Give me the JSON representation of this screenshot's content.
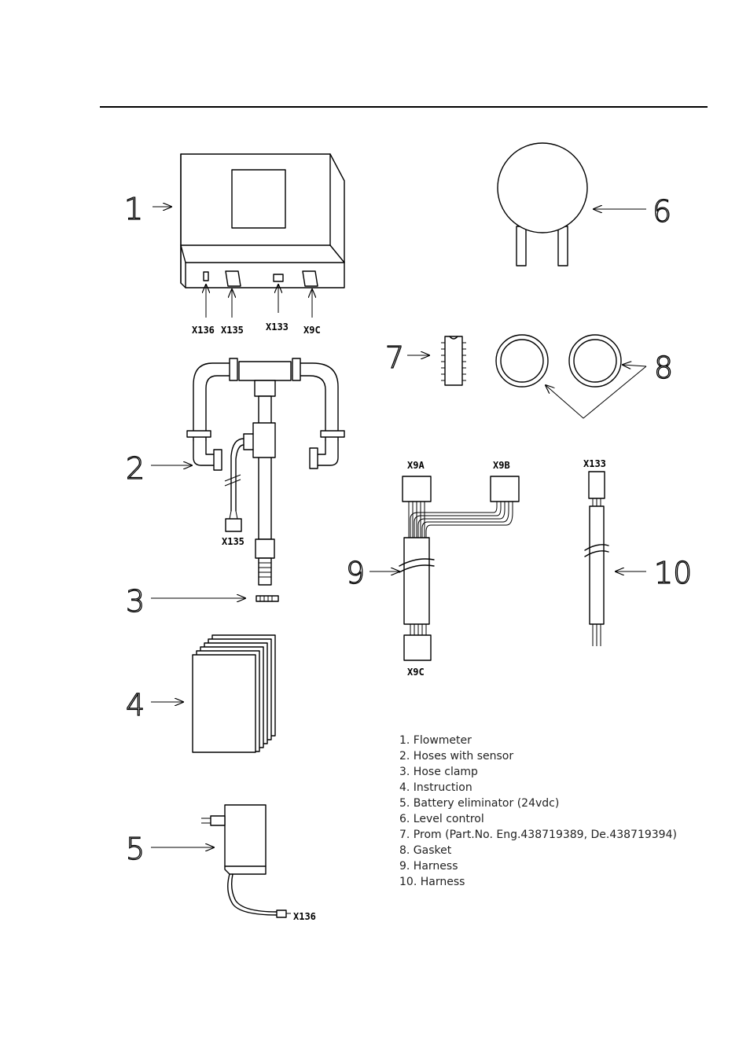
{
  "callouts": [
    "1",
    "2",
    "3",
    "4",
    "5",
    "6",
    "7",
    "8",
    "9",
    "10"
  ],
  "connector_labels": {
    "x136_flow": "X136",
    "x135_flow": "X135",
    "x133_flow": "X133",
    "x9c_flow": "X9C",
    "x135_hose": "X135",
    "x9a": "X9A",
    "x9b": "X9B",
    "x9c_harness": "X9C",
    "x133_harness": "X133",
    "x136_adapter": "X136"
  },
  "legend": [
    "1. Flowmeter",
    "2. Hoses with sensor",
    "3. Hose clamp",
    "4. Instruction",
    "5. Battery eliminator (24vdc)",
    "6. Level control",
    "7. Prom (Part.No. Eng.438719389, De.438719394)",
    "8. Gasket",
    "9. Harness",
    "10. Harness"
  ]
}
